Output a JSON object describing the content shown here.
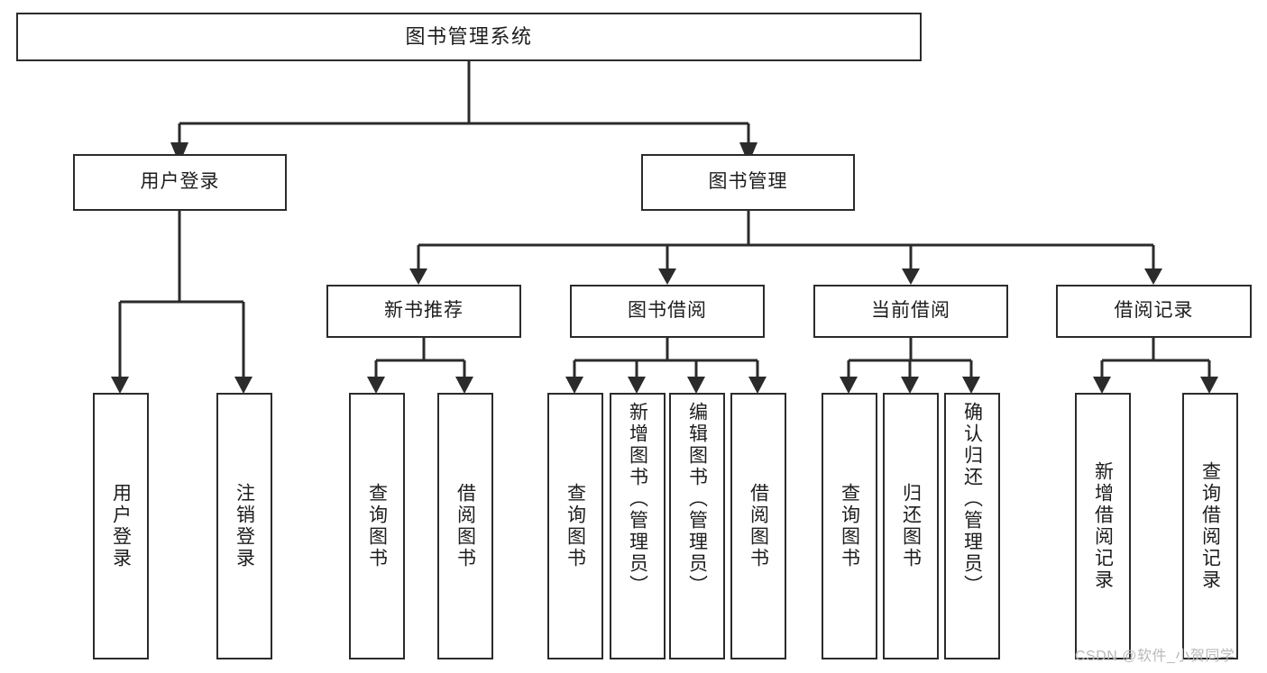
{
  "diagram": {
    "title": "图书管理系统",
    "type": "hierarchy-tree",
    "colors": {
      "line": "#2b2b2b",
      "box_border": "#2b2b2b",
      "box_fill": "#ffffff",
      "text": "#1d1d1d",
      "watermark": "#b9b9b9"
    },
    "root": {
      "label": "图书管理系统"
    },
    "level2": [
      {
        "label": "用户登录"
      },
      {
        "label": "图书管理"
      }
    ],
    "level3": [
      {
        "label": "新书推荐"
      },
      {
        "label": "图书借阅"
      },
      {
        "label": "当前借阅"
      },
      {
        "label": "借阅记录"
      }
    ],
    "leaves": [
      {
        "label": "用户登录",
        "parent": "用户登录"
      },
      {
        "label": "注销登录",
        "parent": "用户登录"
      },
      {
        "label": "查询图书",
        "parent": "新书推荐"
      },
      {
        "label": "借阅图书",
        "parent": "新书推荐"
      },
      {
        "label": "查询图书",
        "parent": "图书借阅"
      },
      {
        "label": "新增图书（管理员）",
        "parent": "图书借阅"
      },
      {
        "label": "编辑图书（管理员）",
        "parent": "图书借阅"
      },
      {
        "label": "借阅图书",
        "parent": "图书借阅"
      },
      {
        "label": "查询图书",
        "parent": "当前借阅"
      },
      {
        "label": "归还图书",
        "parent": "当前借阅"
      },
      {
        "label": "确认归还（管理员）",
        "parent": "当前借阅"
      },
      {
        "label": "新增借阅记录",
        "parent": "借阅记录"
      },
      {
        "label": "查询借阅记录",
        "parent": "借阅记录"
      }
    ]
  },
  "watermark": {
    "text": "CSDN @软件_小贺同学"
  }
}
